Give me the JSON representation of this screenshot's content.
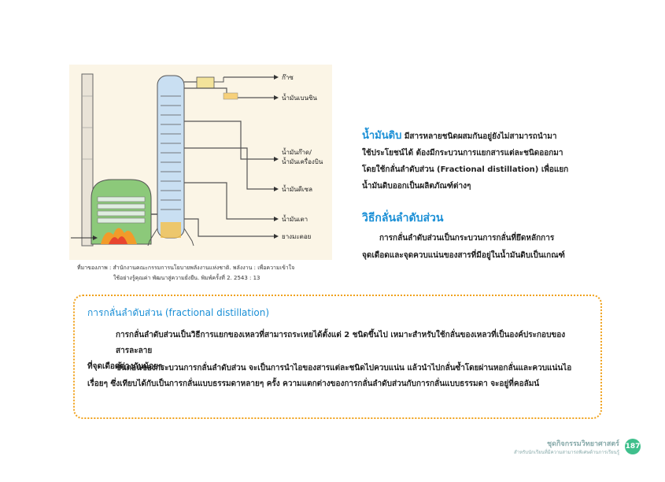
{
  "figure": {
    "labels": {
      "gas": "ก๊าซ",
      "gasoline": "น้ำมันเบนซิน",
      "kerosene_l1": "น้ำมันก๊าด/",
      "kerosene_l2": "น้ำมันเครื่องบิน",
      "diesel": "น้ำมันดีเซล",
      "fuel_oil": "น้ำมันเตา",
      "asphalt": "ยางมะตอย"
    },
    "caption_line1": "ที่มาของภาพ : สำนักงานคณะกรรมการนโยบายพลังงานแห่งชาติ. พลังงาน : เพื่อความเข้าใจ",
    "caption_line2": "ใช้อย่างรู้คุณค่า พัฒนาสู่ความยั่งยืน. พิมพ์ครั้งที่ 2. 2543 : 13"
  },
  "crude_oil": {
    "keyword": "น้ำมันดิบ",
    "line1": " มีสารหลายชนิดผสมกันอยู่ยังไม่สามารถนำมา",
    "line2": "ใช้ประโยชน์ได้ ต้องมีกระบวนการแยกสารแต่ละชนิดออกมา",
    "line3": "โดยใช้กลั่นลำดับส่วน (Fractional distillation) เพื่อแยก",
    "line4": "น้ำมันดิบออกเป็นผลิตภัณฑ์ต่างๆ"
  },
  "method": {
    "heading": "วิธีกลั่นลำดับส่วน",
    "line1": "การกลั่นลำดับส่วนเป็นกระบวนการกลั่นที่ยึดหลักการ",
    "line2": "จุดเดือดและจุดควบแน่นของสารที่มีอยู่ในน้ำมันดิบเป็นเกณฑ์"
  },
  "box": {
    "title": "การกลั่นลำดับส่วน (fractional distillation)",
    "p1_line1": "การกลั่นลำดับส่วนเป็นวิธีการแยกของเหลวที่สามารถระเหยได้ตั้งแต่ 2 ชนิดขึ้นไป เหมาะสำหรับใช้กลั่นของเหลวที่เป็นองค์ประกอบของสารละลาย",
    "p1_line2": "ที่จุดเดือดต่างกันน้อยๆ",
    "p2_line1": "ขั้นตอนของกระบวนการกลั่นลำดับส่วน จะเป็นการนำไอของสารแต่ละชนิดไปควบแน่น แล้วนำไปกลั่นซ้ำโดยผ่านหอกลั่นและควบแน่นไอ",
    "p2_line2": "เรื่อยๆ ซึ่งเทียบได้กับเป็นการกลั่นแบบธรรมดาหลายๆ ครั้ง ความแตกต่างของการกลั่นลำดับส่วนกับการกลั่นแบบธรรมดา จะอยู่ที่คอลัมน์"
  },
  "footer": {
    "title": "ชุดกิจกรรมวิทยาศาสตร์",
    "subtitle": "สำหรับนักเรียนที่มีความสามารถพิเศษด้านการเรียนรู้",
    "page_number": "187"
  },
  "colors": {
    "accent_blue": "#1a8fd6",
    "box_border": "#f0a11a",
    "page_badge": "#3fbf8c"
  }
}
